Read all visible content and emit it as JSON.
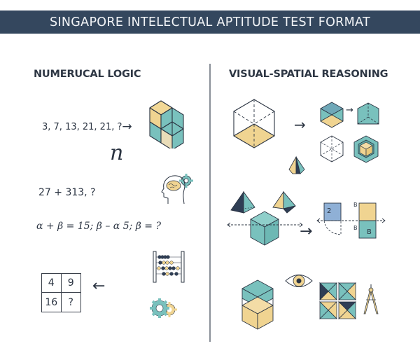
{
  "banner": {
    "title": "SINGAPORE INTELECTUAL APTITUDE TEST FORMAT"
  },
  "colors": {
    "banner_bg": "#34475e",
    "navy": "#2f3e55",
    "teal": "#79c1bd",
    "sand": "#f0d491",
    "blue": "#8fb0d6",
    "line": "#2b3442",
    "divider": "#8a8f98"
  },
  "left": {
    "heading": "NUMERUCAL LOGIC",
    "sequence": "3, 7, 13, 21, 21, ?",
    "sequence_arrow": "→",
    "symbol_n": "n",
    "addition": "27 + 313, ?",
    "equation": "α + β = 15; β – α 5; β = ?",
    "grid": {
      "cells": [
        "4",
        "9",
        "16",
        "?"
      ]
    },
    "grid_arrow": "←",
    "icons": [
      "stacked-cubes-icon",
      "head-brain-gear-icon",
      "abacus-icon",
      "gears-icon"
    ]
  },
  "right": {
    "heading": "VISUAL-SPATIAL REASONING",
    "arrow_1": "→",
    "arrow_2": "→",
    "small_arrow": "→",
    "fold_labels": {
      "square": "2",
      "top_left": "B",
      "mid_left": "B",
      "bottom": "B"
    },
    "icons": [
      "wireframe-cube-icon",
      "pyramid-icon",
      "hex-cube-icon",
      "prism-icon",
      "wireframe-hex-icon",
      "nested-cube-icon",
      "tetrahedron-dark-icon",
      "tetrahedron-sand-icon",
      "teal-cube-icon",
      "fold-square-icon",
      "fold-rectangle-icon",
      "stacked-cube-icon",
      "eye-icon",
      "pattern-squares-icon",
      "compass-icon"
    ]
  }
}
